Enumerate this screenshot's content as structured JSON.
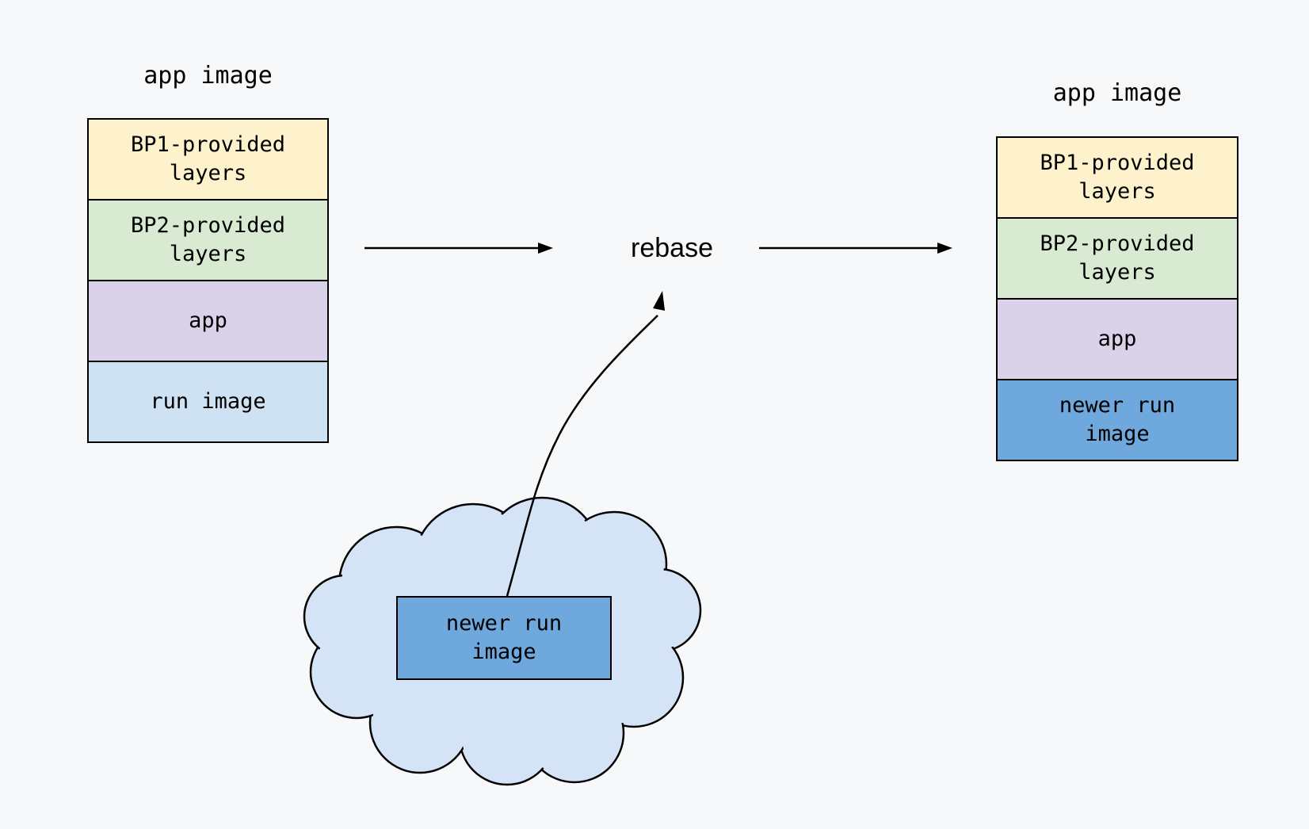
{
  "colors": {
    "background": "#f7f8fa",
    "layer-yellow": "#fdf2cc",
    "layer-green": "#d9ead3",
    "layer-purple": "#d9d2e9",
    "layer-blue": "#cfe2f3",
    "layer-darkblue": "#6fa8dc",
    "cloud-fill": "#d4e4f6"
  },
  "left_stack": {
    "title": "app image",
    "layers": [
      {
        "label": "BP1-provided\nlayers"
      },
      {
        "label": "BP2-provided\nlayers"
      },
      {
        "label": "app"
      },
      {
        "label": "run image"
      }
    ]
  },
  "rebase": {
    "label": "rebase"
  },
  "right_stack": {
    "title": "app image",
    "layers": [
      {
        "label": "BP1-provided\nlayers"
      },
      {
        "label": "BP2-provided\nlayers"
      },
      {
        "label": "app"
      },
      {
        "label": "newer run\nimage"
      }
    ]
  },
  "cloud": {
    "box_label": "newer run\nimage"
  }
}
